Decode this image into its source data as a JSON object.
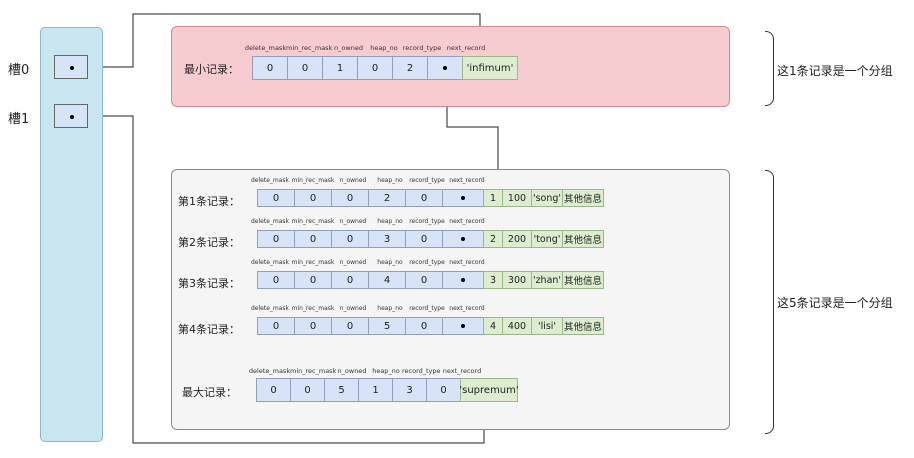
{
  "slots": [
    {
      "label": "槽0"
    },
    {
      "label": "槽1"
    }
  ],
  "header_fields": [
    "delete_mask",
    "min_rec_mask",
    "n_owned",
    "heap_no",
    "record_type",
    "next_record"
  ],
  "min_record": {
    "label": "最小记录：",
    "header_values": [
      "0",
      "0",
      "1",
      "0",
      "2"
    ],
    "data": [
      "'infimum'"
    ]
  },
  "user_records": [
    {
      "label": "第1条记录：",
      "header_values": [
        "0",
        "0",
        "0",
        "2",
        "0"
      ],
      "data": [
        "1",
        "100",
        "'song'",
        "其他信息"
      ]
    },
    {
      "label": "第2条记录：",
      "header_values": [
        "0",
        "0",
        "0",
        "3",
        "0"
      ],
      "data": [
        "2",
        "200",
        "'tong'",
        "其他信息"
      ]
    },
    {
      "label": "第3条记录：",
      "header_values": [
        "0",
        "0",
        "0",
        "4",
        "0"
      ],
      "data": [
        "3",
        "300",
        "'zhan'",
        "其他信息"
      ]
    },
    {
      "label": "第4条记录：",
      "header_values": [
        "0",
        "0",
        "0",
        "5",
        "0"
      ],
      "data": [
        "4",
        "400",
        "'lisi'",
        "其他信息"
      ]
    }
  ],
  "max_record": {
    "label": "最大记录：",
    "header_values": [
      "0",
      "0",
      "5",
      "1",
      "3",
      "0"
    ],
    "data": [
      "'supremum'"
    ]
  },
  "group_labels": {
    "group1": "这1条记录是一个分组",
    "group2": "这5条记录是一个分组"
  },
  "colors": {
    "slot_directory": "#c9e6ee",
    "group1_fill": "#f7ccd1",
    "group2_fill": "#f5f5f5",
    "header_cell": "#d7e3f6",
    "data_cell": "#dcedd0"
  }
}
